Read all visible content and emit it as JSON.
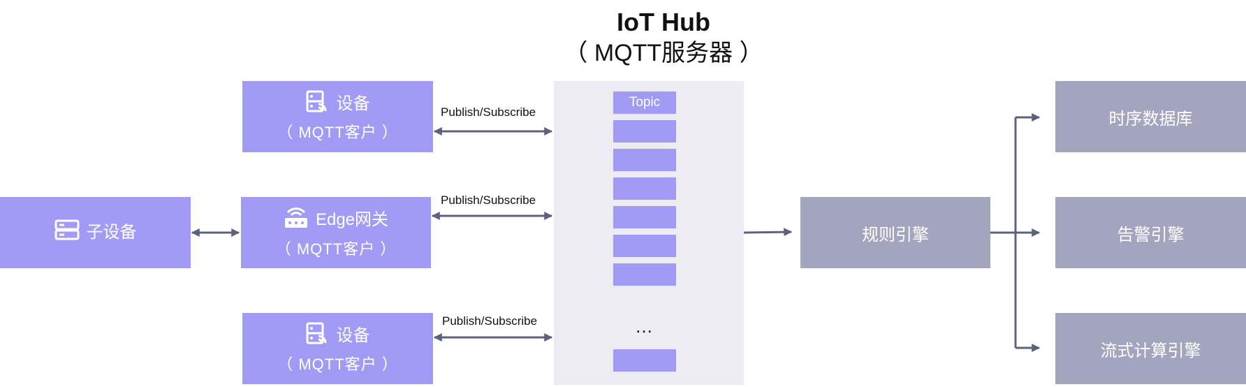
{
  "hub": {
    "title_line1": "IoT Hub",
    "title_line2": "（ MQTT服务器 ）",
    "topic_label": "Topic",
    "ellipsis": "…"
  },
  "devices": {
    "device_top": {
      "name": "设备",
      "sub": "（ MQTT客户 ）",
      "icon": "device-signal-icon"
    },
    "gateway": {
      "name": "Edge网关",
      "sub": "（ MQTT客户 ）",
      "icon": "router-icon"
    },
    "device_bottom": {
      "name": "设备",
      "sub": "（ MQTT客户 ）",
      "icon": "device-signal-icon"
    },
    "sub_device": {
      "name": "子设备",
      "icon": "server-icon"
    }
  },
  "edges": {
    "pubsub_top": "Publish/Subscribe",
    "pubsub_mid": "Publish/Subscribe",
    "pubsub_bottom": "Publish/Subscribe"
  },
  "engines": {
    "rule_engine": "规则引擎",
    "tsdb": "时序数据库",
    "alarm_engine": "告警引擎",
    "stream_engine": "流式计算引擎"
  },
  "colors": {
    "device_fill": "#a29bf6",
    "engine_fill": "#a3a4be",
    "hub_fill": "#ececf2",
    "arrow": "#5d607e"
  }
}
